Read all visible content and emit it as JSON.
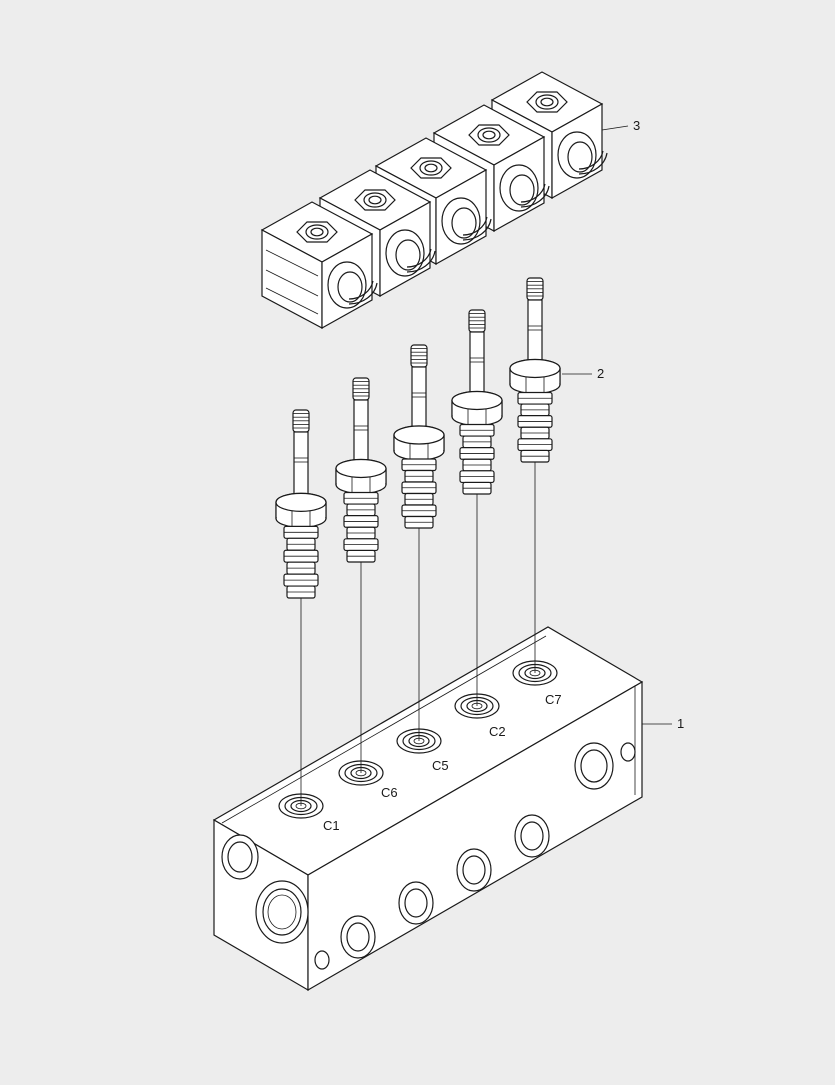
{
  "callouts": {
    "manifold": "1",
    "cartridges": "2",
    "coils": "3"
  },
  "ports": [
    {
      "label": "C1"
    },
    {
      "label": "C6"
    },
    {
      "label": "C5"
    },
    {
      "label": "C2"
    },
    {
      "label": "C7"
    }
  ],
  "colors": {
    "background": "#ededed",
    "line": "#1a1a1a",
    "fill": "#ffffff"
  }
}
